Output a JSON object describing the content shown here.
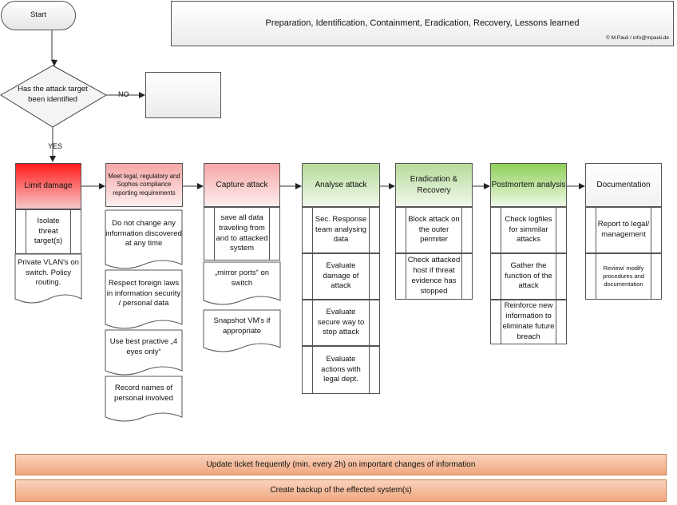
{
  "header_title": "Preparation, Identification, Containment, Eradication, Recovery, Lessons learned",
  "copyright": "© M.Pauli / info@mpauli.de",
  "start": "Start",
  "decision": "Has the attack target been identified",
  "no_label": "NO",
  "yes_label": "YES",
  "columns": [
    {
      "title": "Limit damage",
      "docs": [
        "Private VLAN's on switch. Policy routing."
      ]
    },
    {
      "title": "Meet legal, regulatory and Sophos compliance reporting requirements",
      "docs": [
        "Do not change any information discovered at any time",
        "Respect foreign laws in information security / personal data",
        "Use best practive „4 eyes only“",
        "Record names of personal involved"
      ]
    },
    {
      "title": "Capture attack",
      "docs": [
        "„mirror ports“ on switch",
        "Snapshot VM's if appropriate"
      ]
    },
    {
      "title": "Analyse attack"
    },
    {
      "title": "Eradication & Recovery"
    },
    {
      "title": "Postmortem analysis"
    },
    {
      "title": "Documentation"
    }
  ],
  "procs": [
    "Isolate threat target(s)",
    "save all data traveling from and to attacked system",
    "Sec. Response team analysing data",
    "Evaluate damage of attack",
    "Evaluate secure way to stop attack",
    "Evaluate actions with legal dept.",
    "Block attack on the outer permiter",
    "Check attacked host if threat evidence has stopped",
    "Check logfiles for simmilar attacks",
    "Gather the function of the attack",
    "Reinforce new information to eliminate future breach",
    "Report to legal/ management",
    "Review/ modify procedures and documentation"
  ],
  "bars": [
    "Update ticket frequently (min. every 2h) on important changes of information",
    "Create backup of the effected system(s)"
  ]
}
